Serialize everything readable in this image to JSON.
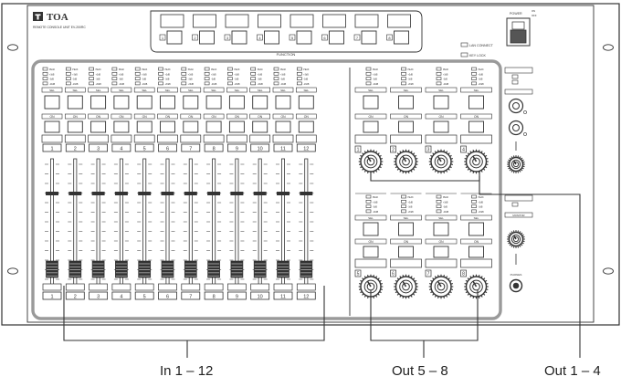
{
  "device": {
    "brand": "TOA",
    "model": "REMOTE CONSOLE UNIT  EV-200RC",
    "power_label": "POWER",
    "power_on": "ON",
    "power_off": "OFF",
    "function_label": "FUNCTION",
    "function_keys": [
      "1",
      "2",
      "3",
      "4",
      "5",
      "6",
      "7",
      "8"
    ],
    "lan_connect": "LAN CONNECT",
    "key_lock": "KEY LOCK",
    "level_labels": [
      "PEAK",
      "+3dB",
      "-3dB",
      "-20dB"
    ],
    "sel_label": "SEL",
    "on_label": "ON",
    "input_channels": [
      "1",
      "2",
      "3",
      "4",
      "5",
      "6",
      "7",
      "8",
      "9",
      "10",
      "11",
      "12"
    ],
    "upper_outputs": [
      "1",
      "2",
      "3",
      "4"
    ],
    "lower_outputs": [
      "5",
      "6",
      "7",
      "8"
    ],
    "monitor_label": "MONITOR",
    "phones_label": "PHONES"
  },
  "callouts": {
    "inputs": "In 1 – 12",
    "out_5_8": "Out 5 – 8",
    "out_1_4": "Out 1 – 4"
  },
  "colors": {
    "line": "#333333",
    "faceplate": "#ffffff",
    "highlight": "#9a9a9a"
  }
}
